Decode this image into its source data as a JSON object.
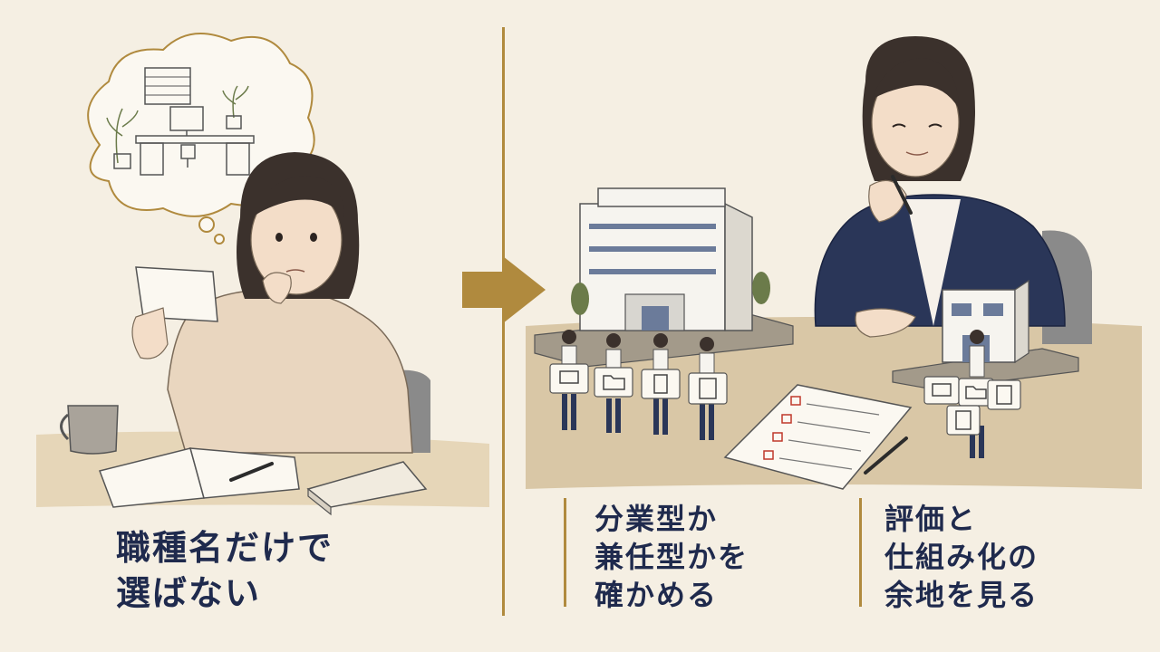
{
  "colors": {
    "background": "#f5efe3",
    "accent_gold": "#b08a3e",
    "text_navy": "#1f2a4d",
    "jacket_navy": "#2a3658",
    "desk_wood": "#d9c7a6",
    "check_red": "#c0392b"
  },
  "captions": {
    "left": [
      "職種名だけで",
      "選ばない"
    ],
    "middle": [
      "分業型か",
      "兼任型かを",
      "確かめる"
    ],
    "right": [
      "評価と",
      "仕組み化の",
      "余地を見る"
    ]
  },
  "icons": {
    "arrow": "right-arrow-icon",
    "thought": "thought-bubble-icon",
    "laptop": "laptop-icon",
    "folder": "folder-icon",
    "document": "document-icon",
    "calculator": "calculator-icon",
    "checklist": "checklist-icon"
  }
}
